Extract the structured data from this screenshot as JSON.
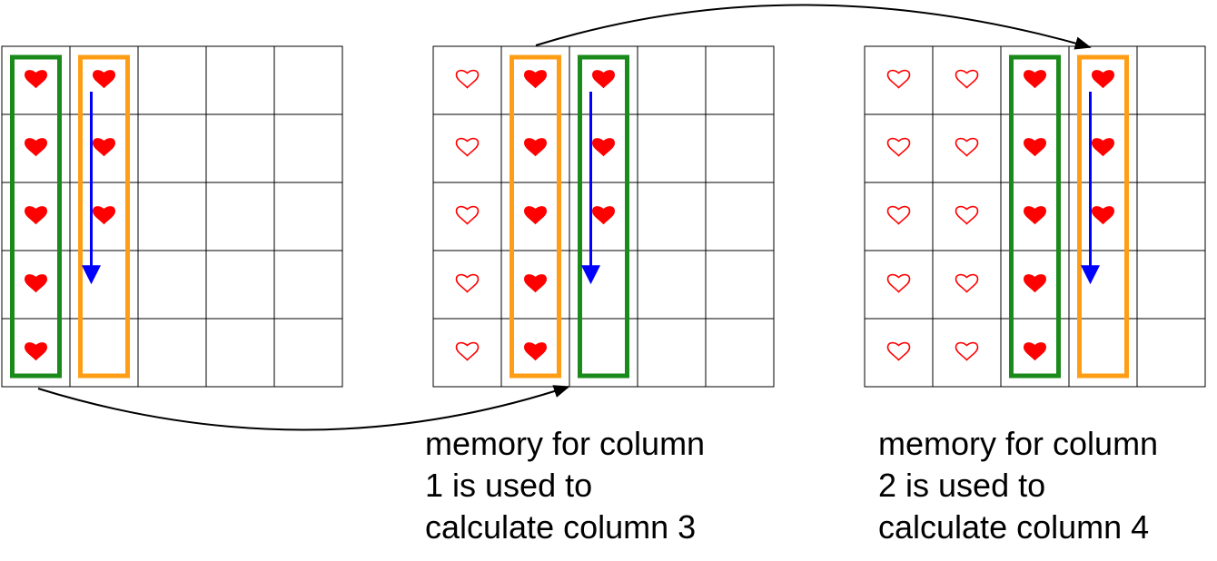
{
  "colors": {
    "heart": "#ff0000",
    "grid_line": "#000000",
    "current_column_box": "#1a8a1a",
    "previous_column_box": "#ff9e14",
    "scan_arrow": "#0000ff",
    "connector_arrow": "#000000"
  },
  "grids": [
    {
      "rows": 5,
      "columns": 5,
      "cells": [
        [
          "filled",
          "filled",
          "",
          "",
          ""
        ],
        [
          "filled",
          "filled",
          "",
          "",
          ""
        ],
        [
          "filled",
          "filled",
          "",
          "",
          ""
        ],
        [
          "filled",
          "",
          "",
          "",
          ""
        ],
        [
          "filled",
          "",
          "",
          "",
          ""
        ]
      ],
      "green_box_column": 1,
      "orange_box_column": 2,
      "scan_arrow_column": 2
    },
    {
      "rows": 5,
      "columns": 5,
      "cells": [
        [
          "outline",
          "filled",
          "filled",
          "",
          ""
        ],
        [
          "outline",
          "filled",
          "filled",
          "",
          ""
        ],
        [
          "outline",
          "filled",
          "filled",
          "",
          ""
        ],
        [
          "outline",
          "filled",
          "",
          "",
          ""
        ],
        [
          "outline",
          "filled",
          "",
          "",
          ""
        ]
      ],
      "green_box_column": 3,
      "orange_box_column": 2,
      "scan_arrow_column": 3
    },
    {
      "rows": 5,
      "columns": 5,
      "cells": [
        [
          "outline",
          "outline",
          "filled",
          "filled",
          ""
        ],
        [
          "outline",
          "outline",
          "filled",
          "filled",
          ""
        ],
        [
          "outline",
          "outline",
          "filled",
          "filled",
          ""
        ],
        [
          "outline",
          "outline",
          "filled",
          "",
          ""
        ],
        [
          "outline",
          "outline",
          "filled",
          "",
          ""
        ]
      ],
      "green_box_column": 3,
      "orange_box_column": 4,
      "scan_arrow_column": 4
    }
  ],
  "captions": [
    {
      "lines": [
        "memory for column",
        "1 is used to",
        "calculate column 3"
      ]
    },
    {
      "lines": [
        "memory for column",
        "2 is used to",
        "calculate column 4"
      ]
    }
  ]
}
